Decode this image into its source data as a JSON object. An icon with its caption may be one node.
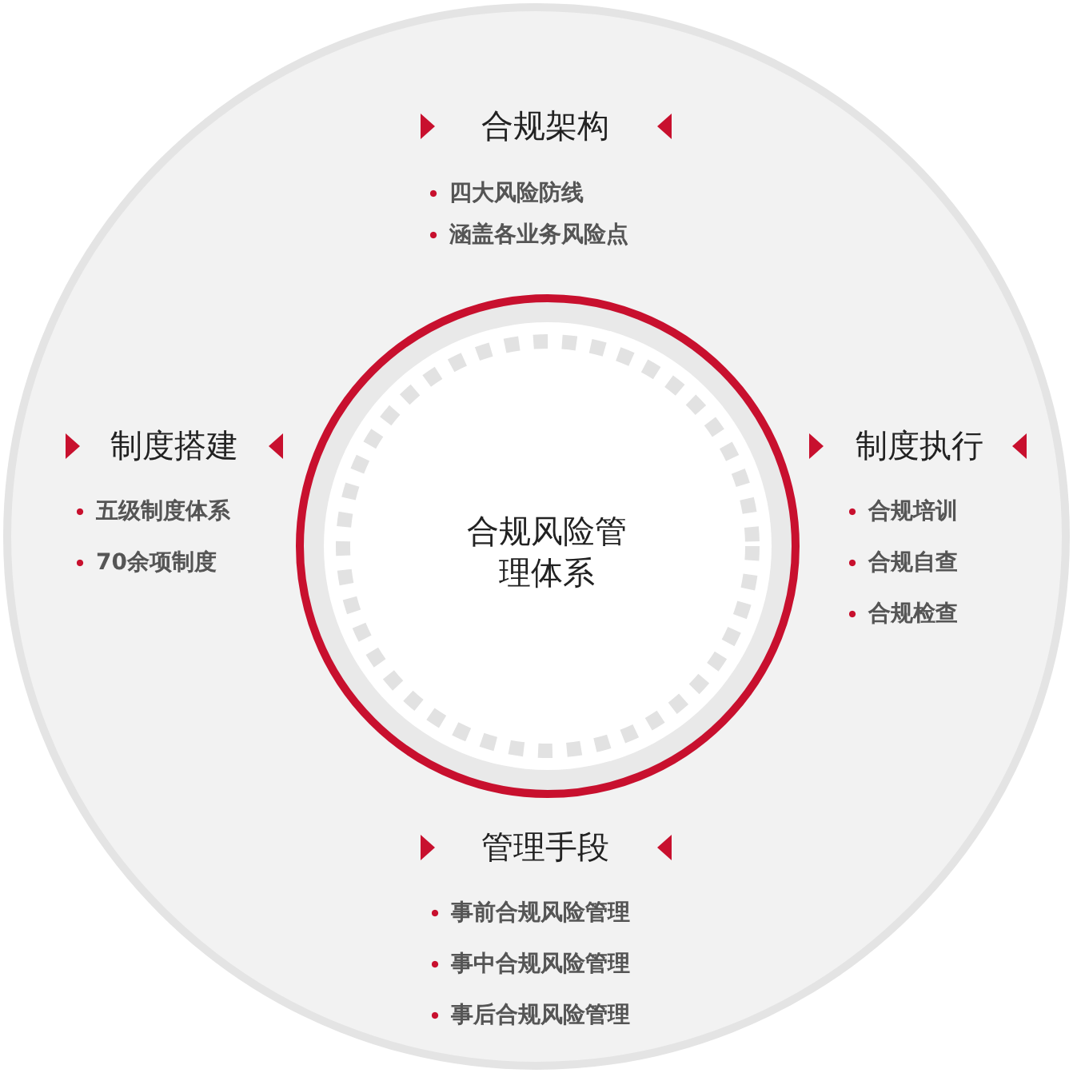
{
  "diagram": {
    "nodes": [
      {
        "text": [
          "合规架构",
          "四大风险防线",
          "涵盖各业务风险点",
          "制度搭建",
          "五级制度体系",
          "70余项制度",
          "制度执行",
          "合规培训",
          "合规自查",
          "合规检查",
          "管理手段",
          "事前合规风险管理",
          "事中合规风险管理",
          "事后合规风险管理"
        ]
      },
      {
        "text": [
          "合规风险管理体系"
        ],
        "in": 0
      }
    ]
  }
}
